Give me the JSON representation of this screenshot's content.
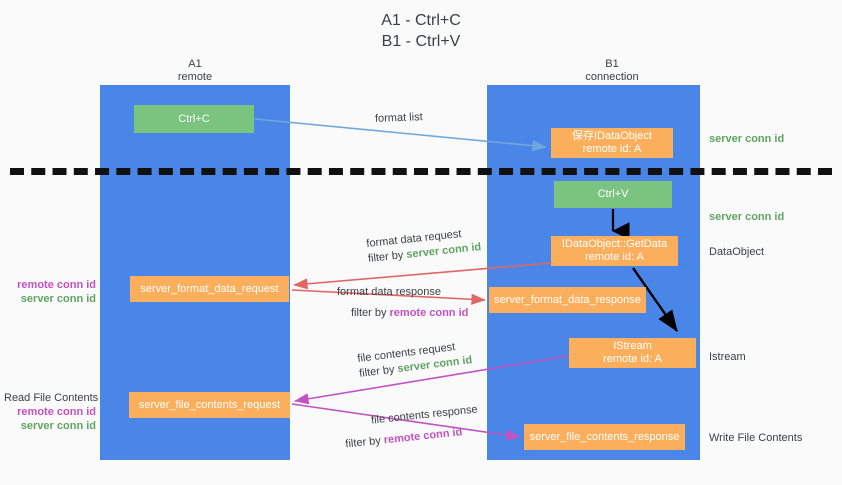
{
  "title": {
    "line1": "A1 - Ctrl+C",
    "line2": "B1 - Ctrl+V"
  },
  "columns": [
    {
      "name": "A1",
      "role": "remote"
    },
    {
      "name": "B1",
      "role": "connection"
    }
  ],
  "colors": {
    "lane": "#4a86e8",
    "green_box": "#7bc47f",
    "orange_box": "#fbaf5d",
    "server_conn_id": "#5fa463",
    "remote_conn_id": "#c252c2",
    "arrow_blue": "#6fa8dc",
    "arrow_red": "#e06666",
    "arrow_purple": "#c252c2",
    "arrow_black": "#000000",
    "background": "#fafafa",
    "text": "#3c4043"
  },
  "boxes": {
    "ctrl_c": {
      "line1": "Ctrl+C"
    },
    "save_idataobject": {
      "line1": "保存IDataObject",
      "line2": "remote id: A"
    },
    "ctrl_v": {
      "line1": "Ctrl+V"
    },
    "getdata": {
      "line1": "IDataObject::GetData",
      "line2": "remote id: A"
    },
    "istream": {
      "line1": "IStream",
      "line2": "remote id: A"
    },
    "format_data_request": {
      "line1": "server_format_data_request"
    },
    "format_data_response": {
      "line1": "server_format_data_response"
    },
    "file_contents_request": {
      "line1": "server_file_contents_request"
    },
    "file_contents_response": {
      "line1": "server_file_contents_response"
    }
  },
  "side_labels": {
    "server_conn_id_top": "server conn id",
    "server_conn_id_mid": "server conn id",
    "dataobject": "DataObject",
    "istream": "Istream",
    "write_file_contents": "Write File Contents"
  },
  "left_labels": {
    "group_top": {
      "remote": "remote conn id",
      "server": "server conn id"
    },
    "group_bottom": {
      "heading": "Read File Contents",
      "remote": "remote conn id",
      "server": "server conn id"
    }
  },
  "arrow_labels": {
    "format_list": {
      "line1": "format list"
    },
    "format_data_request": {
      "line1": "format data request",
      "line2_prefix": "filter by ",
      "line2_highlight": "server conn id"
    },
    "format_data_response": {
      "line1": "format data response",
      "line2_prefix": "filter by ",
      "line2_highlight": "remote conn id"
    },
    "file_contents_request": {
      "line1": "file contents request",
      "line2_prefix": "filter by ",
      "line2_highlight": "server conn id"
    },
    "file_contents_response": {
      "line1": "file contents response",
      "line2_prefix": "filter by ",
      "line2_highlight": "remote conn id"
    }
  }
}
